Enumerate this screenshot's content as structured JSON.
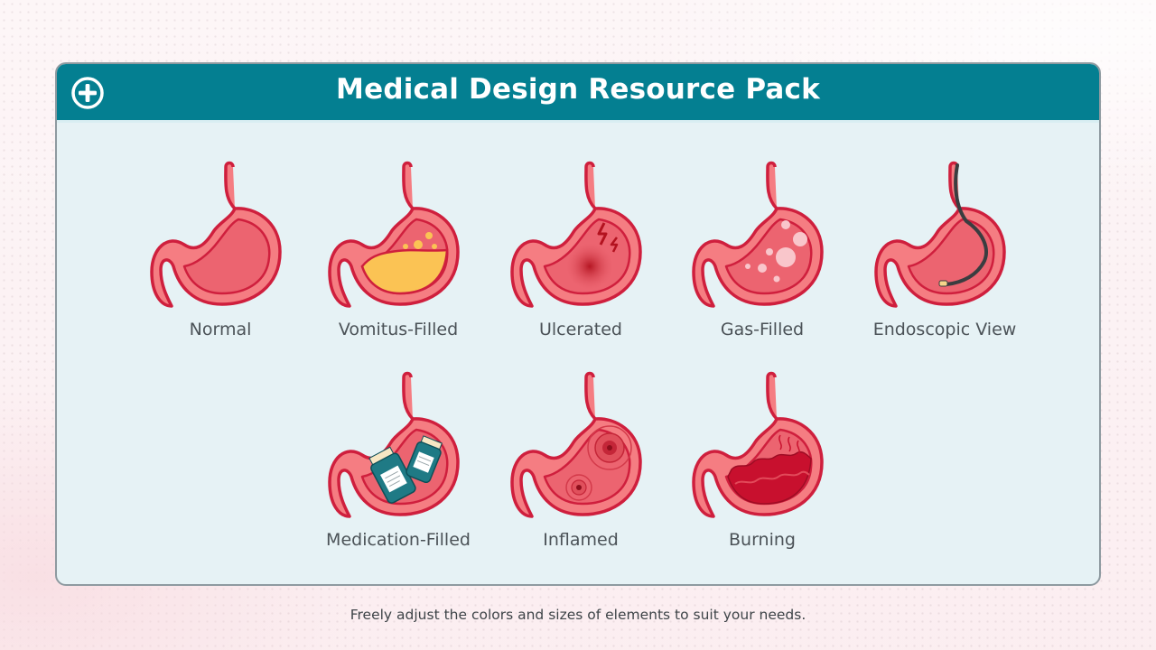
{
  "header": {
    "title": "Medical Design Resource Pack",
    "icon": "plus-circle-icon"
  },
  "items": [
    {
      "label": "Normal",
      "icon": "stomach-normal-icon"
    },
    {
      "label": "Vomitus-Filled",
      "icon": "stomach-vomitus-icon"
    },
    {
      "label": "Ulcerated",
      "icon": "stomach-ulcer-icon"
    },
    {
      "label": "Gas-Filled",
      "icon": "stomach-gas-icon"
    },
    {
      "label": "Endoscopic View",
      "icon": "stomach-endoscope-icon"
    },
    {
      "label": "Medication-Filled",
      "icon": "stomach-medication-icon"
    },
    {
      "label": "Inflamed",
      "icon": "stomach-inflamed-icon"
    },
    {
      "label": "Burning",
      "icon": "stomach-burning-icon"
    }
  ],
  "footer": {
    "note": "Freely adjust the colors and sizes of elements to suit your needs."
  },
  "colors": {
    "header_bg": "#047f91",
    "card_bg": "#e6f2f5",
    "stomach_outer": "#f57d82",
    "stomach_inner": "#ec6470",
    "stomach_outline": "#cf1f3d",
    "vomit": "#fbc354",
    "medication": "#1f7a85"
  }
}
